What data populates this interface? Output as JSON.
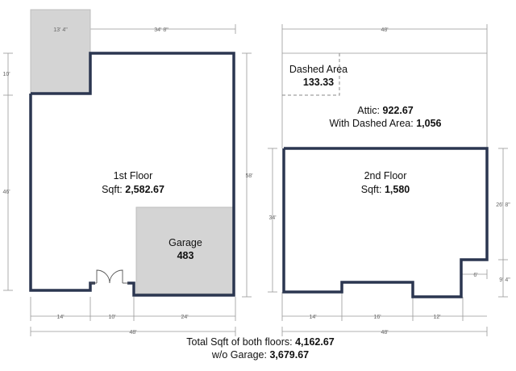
{
  "colors": {
    "wall": "#2b3650",
    "garage_fill": "#d4d4d4",
    "dimension_line": "#999999",
    "text": "#111111"
  },
  "floor1": {
    "dims": {
      "top_left_width": "13' 4\"",
      "top_width": "34' 8\"",
      "left_upper_height": "10'",
      "left_height": "46'",
      "right_height": "58'",
      "bottom_seg1": "14'",
      "bottom_seg2": "10'",
      "bottom_seg3": "24'",
      "bottom_total": "48'"
    },
    "rooms": {
      "first_floor_title": "1st Floor",
      "first_floor_sqft_label": "Sqft: ",
      "first_floor_sqft_value": "2,582.67",
      "garage_title": "Garage",
      "garage_value": "483"
    }
  },
  "floor2": {
    "dims": {
      "top_width": "48'",
      "right_height": "26' 8\"",
      "left_height": "34'",
      "notch_width": "6'",
      "notch_height": "9' 4\"",
      "bottom_seg1": "14'",
      "bottom_seg2": "16'",
      "bottom_seg3": "12'",
      "bottom_total": "48'"
    },
    "rooms": {
      "dashed_area_title": "Dashed Area",
      "dashed_area_value": "133.33",
      "attic_label": "Attic: ",
      "attic_value": "922.67",
      "with_dashed_label": "With Dashed Area: ",
      "with_dashed_value": "1,056",
      "second_floor_title": "2nd Floor",
      "second_floor_sqft_label": "Sqft: ",
      "second_floor_sqft_value": "1,580"
    }
  },
  "totals": {
    "both_label": "Total Sqft of both floors: ",
    "both_value": "4,162.67",
    "without_garage_label": "w/o Garage: ",
    "without_garage_value": "3,679.67"
  }
}
